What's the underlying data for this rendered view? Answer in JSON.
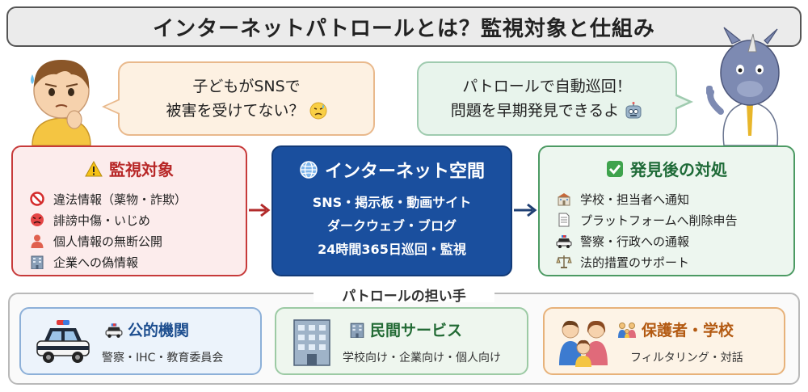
{
  "title": "インターネットパトロールとは？監視対象と仕組み",
  "bubble_left": {
    "line1": "子どもがSNSで",
    "line2": "被害を受けてない？"
  },
  "bubble_right": {
    "line1": "パトロールで自動巡回！",
    "line2": "問題を早期発見できるよ"
  },
  "targets": {
    "heading": "監視対象",
    "items": [
      {
        "icon": "prohibited-icon",
        "label": "違法情報（薬物・詐欺）"
      },
      {
        "icon": "angry-face-icon",
        "label": "誹謗中傷・いじめ"
      },
      {
        "icon": "person-icon",
        "label": "個人情報の無断公開"
      },
      {
        "icon": "office-building-icon",
        "label": "企業への偽情報"
      }
    ]
  },
  "internet": {
    "heading": "インターネット空間",
    "lines": [
      "SNS・掲示板・動画サイト",
      "ダークウェブ・ブログ",
      "24時間365日巡回・監視"
    ]
  },
  "response": {
    "heading": "発見後の対処",
    "items": [
      {
        "icon": "school-icon",
        "label": "学校・担当者へ通知"
      },
      {
        "icon": "document-icon",
        "label": "プラットフォームへ削除申告"
      },
      {
        "icon": "police-car-icon",
        "label": "警察・行政への通報"
      },
      {
        "icon": "scales-icon",
        "label": "法的措置のサポート"
      }
    ]
  },
  "patrol_section": {
    "title": "パトロールの担い手",
    "cards": [
      {
        "heading": "公的機関",
        "sub": "警察・IHC・教育委員会"
      },
      {
        "heading": "民間サービス",
        "sub": "学校向け・企業向け・個人向け"
      },
      {
        "heading": "保護者・学校",
        "sub": "フィルタリング・対話"
      }
    ]
  },
  "colors": {
    "targets_border": "#c73a3a",
    "center_fill": "#1a4f9e",
    "response_border": "#4c9a63",
    "public_accent": "#1d4e8f",
    "private_accent": "#236b35",
    "guardian_accent": "#b35a12"
  }
}
